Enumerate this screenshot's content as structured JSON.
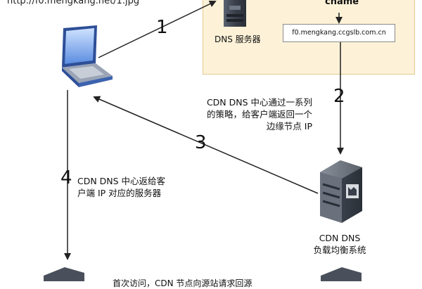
{
  "header": {
    "url": "http://f0.mengkang.net/1.jpg"
  },
  "dns_panel": {
    "cname_label": "cname",
    "cname_value": "f0.mengkang.ccgslb.com.cn",
    "server_label": "DNS 服务器"
  },
  "steps": {
    "s1": "1",
    "s2": "2",
    "s3": "3",
    "s4": "4"
  },
  "descriptions": {
    "step2_lines": [
      "CDN DNS 中心通过一系列",
      "的策略，给客户端返回一个",
      "边缘节点 IP"
    ],
    "step4_lines": [
      "CDN DNS 中心返给客",
      "户端 IP 对应的服务器"
    ]
  },
  "load_balancer": {
    "line1": "CDN DNS",
    "line2": "负载均衡系统"
  },
  "bottom": {
    "text": "首次访问，CDN 节点向源站请求回源"
  },
  "colors": {
    "panel_bg": "#fdf2d8",
    "server_dark": "#3e4552",
    "laptop_blue": "#3d63ae"
  }
}
